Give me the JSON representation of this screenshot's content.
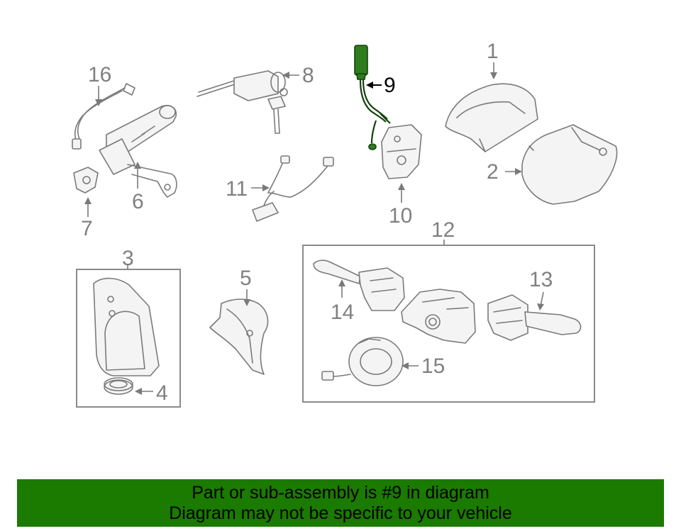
{
  "callouts": {
    "c1": "1",
    "c2": "2",
    "c3": "3",
    "c4": "4",
    "c5": "5",
    "c6": "6",
    "c7": "7",
    "c8": "8",
    "c9": "9",
    "c10": "10",
    "c11": "11",
    "c12": "12",
    "c13": "13",
    "c14": "14",
    "c15": "15",
    "c16": "16"
  },
  "highlighted_part": "9",
  "colors": {
    "highlight": "#2e7d1e",
    "banner": "#1b7a00",
    "part_stroke": "#7a7a7a"
  },
  "banner": {
    "line1": "Part or sub-assembly is #9 in diagram",
    "line2": "Diagram may not be specific to your vehicle"
  }
}
